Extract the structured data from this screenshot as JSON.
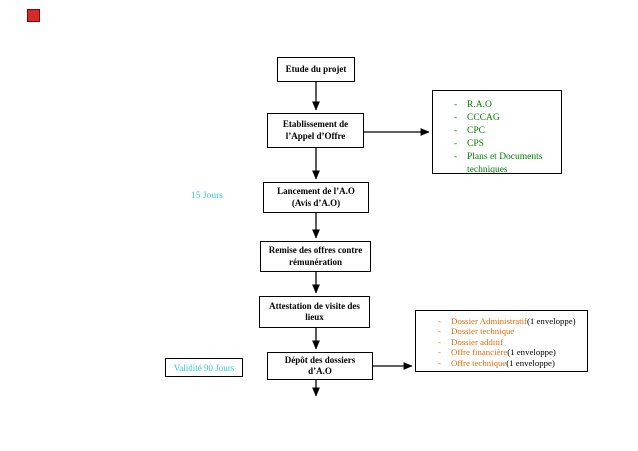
{
  "colors": {
    "green_text": "#008000",
    "orange_text": "#E36C0A",
    "cyan_text": "#33CCCC",
    "box_border": "#000000",
    "red_square": "#D42A2A",
    "background": "#FFFFFF"
  },
  "bullet": "-",
  "flowchart": {
    "steps": [
      {
        "label": "Etude du projet"
      },
      {
        "label": "Etablissement de\nl’Appel d’Offre"
      },
      {
        "label": "Lancement de l’A.O\n(Avis d’A.O)"
      },
      {
        "label": "Remise des offres contre\nrémunération"
      },
      {
        "label": "Attestation de visite des\nlieux"
      },
      {
        "label": "Dépôt des dossiers\nd’A.O"
      }
    ]
  },
  "annotations": {
    "duration": "15 Jours",
    "validity": "Validité 90 Jours"
  },
  "docs_tender": {
    "items": [
      "R.A.O",
      "CCCAG",
      "CPC",
      "CPS",
      "Plans et Documents techniques"
    ]
  },
  "docs_submission": {
    "items": [
      {
        "main": "Dossier Administratif",
        "suffix": " (1 enveloppe)"
      },
      {
        "main": "Dossier technique",
        "suffix": ""
      },
      {
        "main": "Dossier additif",
        "suffix": ""
      },
      {
        "main": "Offre financière",
        "suffix": " (1 enveloppe)"
      },
      {
        "main": "Offre technique",
        "suffix": " (1 enveloppe)"
      }
    ]
  }
}
